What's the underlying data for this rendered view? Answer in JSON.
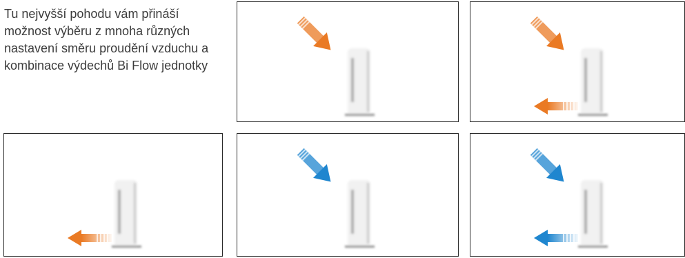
{
  "intro": {
    "text": "Tu nejvyšší pohodu vám přináší možnost výběru z mnoha různých nastavení směru proudění vzduchu a kombinace výdechů Bi Flow jednotky"
  },
  "colors": {
    "warm_arrow": "#ea7a24",
    "cool_arrow": "#1f86cf",
    "panel_border": "#2b2b2b",
    "unit_body": "#f1f1f1",
    "unit_shadow": "#c8c8c8"
  },
  "panels": [
    {
      "name": "heating-upward-flow",
      "mode": "warm",
      "upper_arrow": true,
      "lower_arrow": false
    },
    {
      "name": "heating-bi-flow",
      "mode": "warm",
      "upper_arrow": true,
      "lower_arrow": true
    },
    {
      "name": "heating-downward-flow",
      "mode": "warm",
      "upper_arrow": false,
      "lower_arrow": true
    },
    {
      "name": "cooling-upward-flow",
      "mode": "cool",
      "upper_arrow": true,
      "lower_arrow": false
    },
    {
      "name": "cooling-bi-flow",
      "mode": "cool",
      "upper_arrow": true,
      "lower_arrow": true
    }
  ]
}
